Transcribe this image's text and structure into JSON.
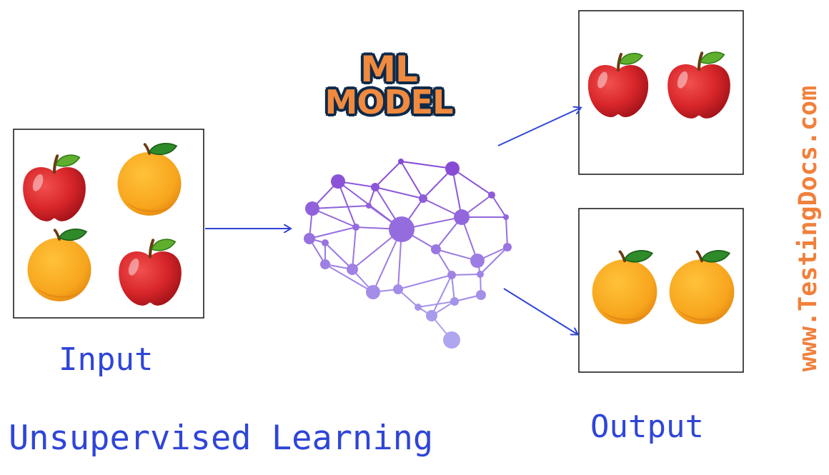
{
  "diagram": {
    "model_title_line1": "ML",
    "model_title_line2": "MODEL",
    "input_label": "Input",
    "output_label": "Output",
    "caption": "Unsupervised Learning",
    "watermark": "www.TestingDocs.com"
  },
  "colors": {
    "label": "#2f45d8",
    "arrow": "#2f45d8",
    "watermark": "#f0803c",
    "brain": "#8a55d8",
    "apple": "#d8262a",
    "orange": "#f7a51d"
  },
  "fruits": {
    "input": [
      "apple",
      "orange",
      "orange",
      "apple"
    ],
    "output_top": [
      "apple",
      "apple"
    ],
    "output_bottom": [
      "orange",
      "orange"
    ]
  }
}
